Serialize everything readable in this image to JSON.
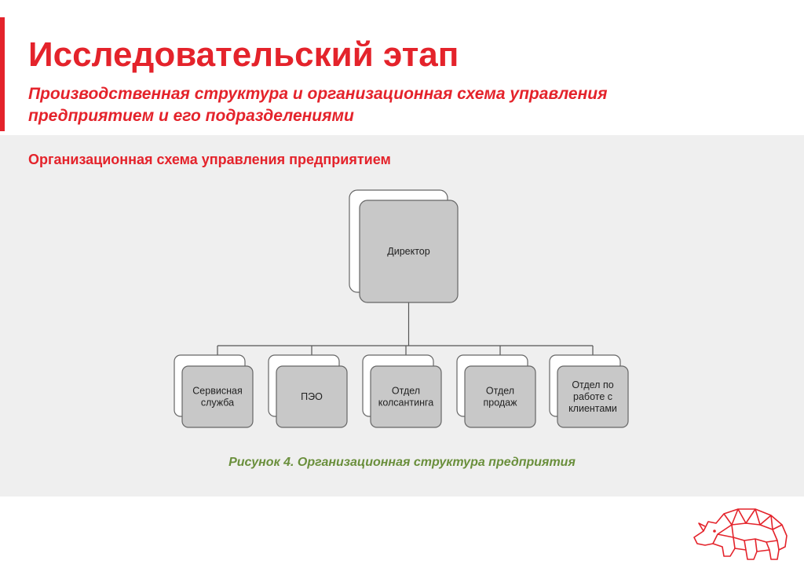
{
  "slide": {
    "title": "Исследовательский этап",
    "subtitle": "Производственная структура и организационная схема управления предприятием и его подразделениями",
    "panel_heading": "Организационная схема управления предприятием",
    "caption": "Рисунок 4. Организационная структура предприятия"
  },
  "org_chart": {
    "root": {
      "label": "Директор"
    },
    "children": [
      {
        "label_lines": [
          "Сервисная",
          "служба"
        ]
      },
      {
        "label_lines": [
          "ПЭО"
        ]
      },
      {
        "label_lines": [
          "Отдел",
          "колсантинга"
        ]
      },
      {
        "label_lines": [
          "Отдел",
          "продаж"
        ]
      },
      {
        "label_lines": [
          "Отдел по",
          "работе с",
          "клиентами"
        ]
      }
    ]
  },
  "colors": {
    "accent": "#e4232b",
    "caption": "#6a8f3c",
    "panel": "#efefef",
    "node_fill": "#c8c8c8",
    "node_stroke": "#666666"
  },
  "icons": {
    "logo": "rhino-logo-icon"
  }
}
